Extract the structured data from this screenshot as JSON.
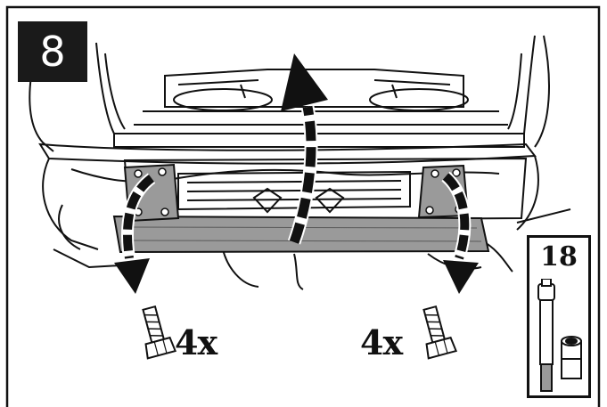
{
  "step": {
    "number": "8"
  },
  "bolts": [
    {
      "quantity": "4x",
      "side": "left"
    },
    {
      "quantity": "4x",
      "side": "right"
    }
  ],
  "tool": {
    "socket_size": "18"
  },
  "icons": [
    "up-arrow-icon",
    "down-arrow-icon",
    "bolt-icon",
    "socket-wrench-icon"
  ],
  "colors": {
    "line": "#111111",
    "fill": "#ffffff",
    "shade": "#9a9a9a",
    "badge": "#1a1a1a"
  }
}
